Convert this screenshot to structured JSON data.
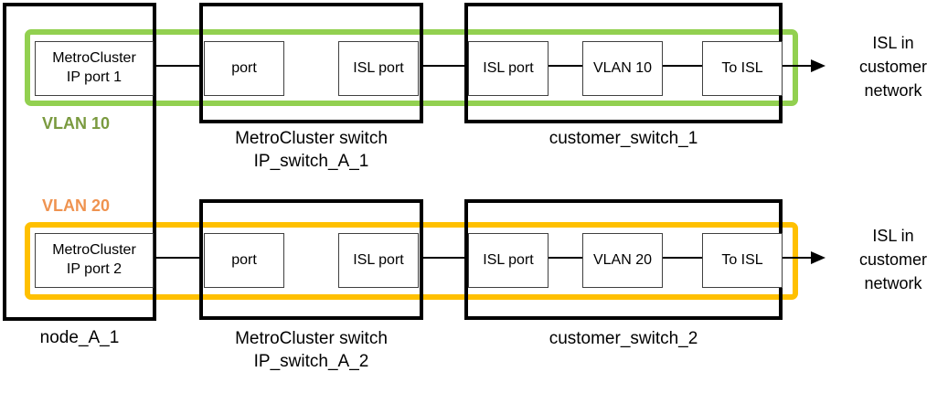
{
  "vlan10": {
    "label": "VLAN 10",
    "color": "#92d050",
    "text_color": "#7a9a3f"
  },
  "vlan20": {
    "label": "VLAN 20",
    "color": "#ffc000",
    "text_color": "#ef9350"
  },
  "node": {
    "label": "node_A_1",
    "port1": "MetroCluster\nIP port 1",
    "port2": "MetroCluster\nIP port 2"
  },
  "switch1": {
    "label": "MetroCluster switch\nIP_switch_A_1",
    "port": "port",
    "isl_port": "ISL port"
  },
  "switch2": {
    "label": "MetroCluster switch\nIP_switch_A_2",
    "port": "port",
    "isl_port": "ISL port"
  },
  "customer1": {
    "label": "customer_switch_1",
    "isl_port": "ISL port",
    "vlan": "VLAN 10",
    "to_isl": "To ISL"
  },
  "customer2": {
    "label": "customer_switch_2",
    "isl_port": "ISL port",
    "vlan": "VLAN 20",
    "to_isl": "To ISL"
  },
  "arrow1": {
    "note": "ISL in\ncustomer\nnetwork"
  },
  "arrow2": {
    "note": "ISL in\ncustomer\nnetwork"
  }
}
